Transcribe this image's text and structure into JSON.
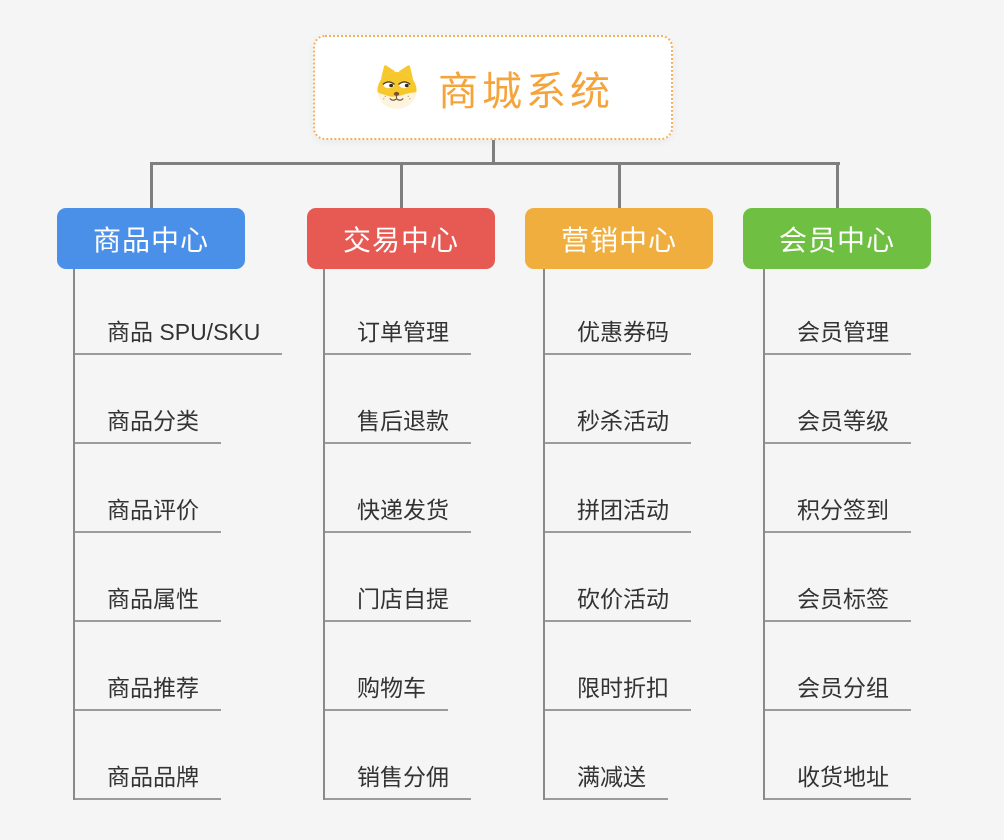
{
  "app": {
    "background_color": "#F5F5F6",
    "text_color": "#333333"
  },
  "root": {
    "title": "商城系统",
    "icon": "dog-face-icon",
    "title_color": "#F5A43C",
    "border_color": "#F2B25C"
  },
  "connectors": {
    "line_color": "#7F7F7F",
    "spine_color": "#8A8A8A",
    "underline_color": "#9B9B9B"
  },
  "branches": [
    {
      "label": "商品中心",
      "color": "#4B90E8",
      "children": [
        "商品 SPU/SKU",
        "商品分类",
        "商品评价",
        "商品属性",
        "商品推荐",
        "商品品牌"
      ]
    },
    {
      "label": "交易中心",
      "color": "#E75A54",
      "children": [
        "订单管理",
        "售后退款",
        "快递发货",
        "门店自提",
        "购物车",
        "销售分佣"
      ]
    },
    {
      "label": "营销中心",
      "color": "#EFAE3E",
      "children": [
        "优惠券码",
        "秒杀活动",
        "拼团活动",
        "砍价活动",
        "限时折扣",
        "满减送"
      ]
    },
    {
      "label": "会员中心",
      "color": "#6FC042",
      "children": [
        "会员管理",
        "会员等级",
        "积分签到",
        "会员标签",
        "会员分组",
        "收货地址"
      ]
    }
  ]
}
